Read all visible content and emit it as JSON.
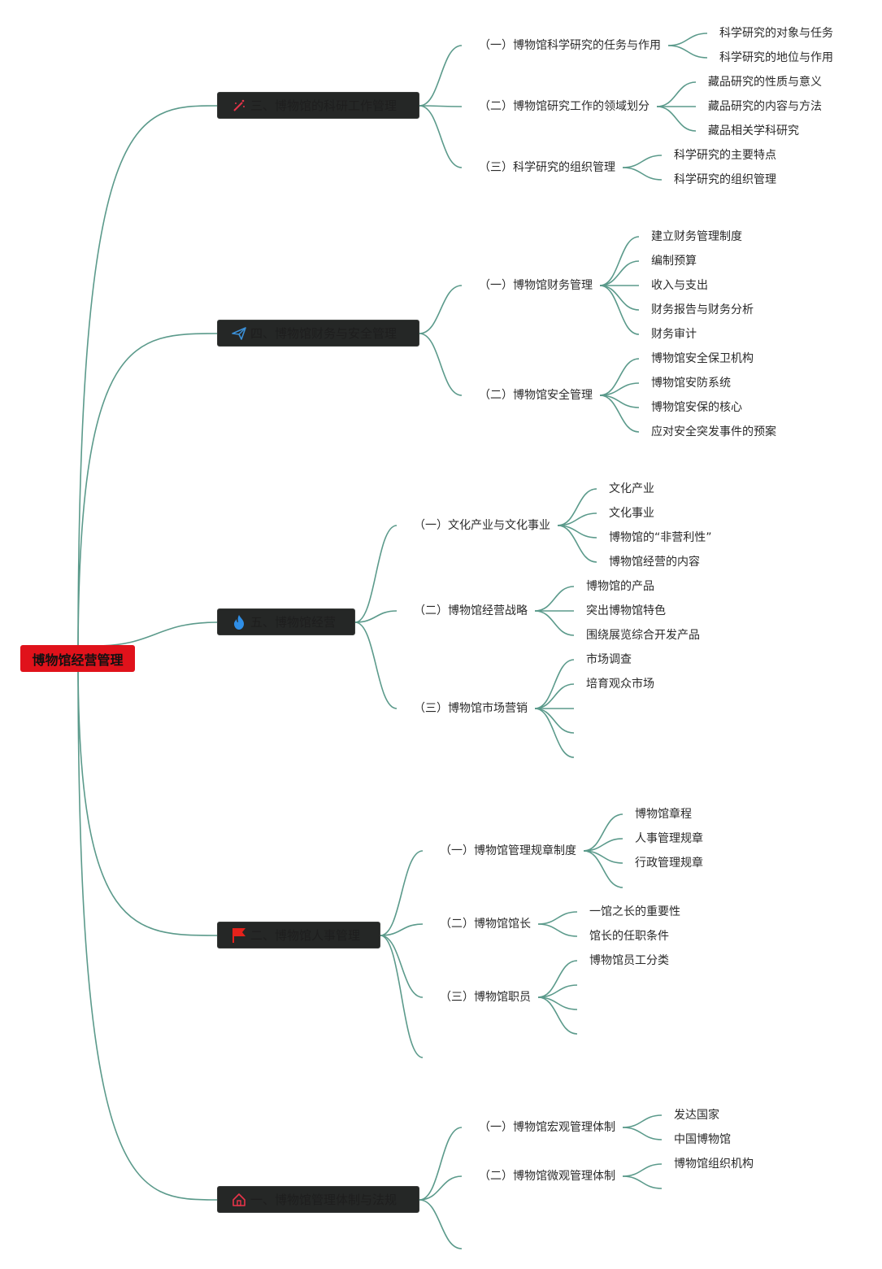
{
  "root": {
    "label": "博物馆经营管理",
    "color": "#e0121b"
  },
  "line_color": "#5b9a8b",
  "branches": [
    {
      "label": "三、博物馆的科研工作管理",
      "icon": "magic-wand-icon",
      "subs": [
        {
          "label": "（一）博物馆科学研究的任务与作用",
          "leaves": [
            "科学研究的对象与任务",
            "科学研究的地位与作用"
          ]
        },
        {
          "label": "（二）博物馆研究工作的领域划分",
          "leaves": [
            "藏品研究的性质与意义",
            "藏品研究的内容与方法",
            "藏品相关学科研究"
          ]
        },
        {
          "label": "（三）科学研究的组织管理",
          "leaves": [
            "科学研究的主要特点",
            "科学研究的组织管理"
          ]
        }
      ]
    },
    {
      "label": "四、博物馆财务与安全管理",
      "icon": "paper-plane-icon",
      "subs": [
        {
          "label": "（一）博物馆财务管理",
          "leaves": [
            "建立财务管理制度",
            "编制预算",
            "收入与支出",
            "财务报告与财务分析",
            "财务审计"
          ]
        },
        {
          "label": "（二）博物馆安全管理",
          "leaves": [
            "博物馆安全保卫机构",
            "博物馆安防系统",
            "博物馆安保的核心",
            "应对安全突发事件的预案"
          ]
        }
      ]
    },
    {
      "label": "五、博物馆经营",
      "icon": "fire-icon",
      "subs": [
        {
          "label": "（一）文化产业与文化事业",
          "leaves": [
            "文化产业",
            "文化事业",
            "博物馆的“非营利性”",
            "博物馆经营的内容"
          ]
        },
        {
          "label": "（二）博物馆经营战略",
          "leaves": [
            "博物馆的产品",
            "突出博物馆特色",
            "围绕展览综合开发产品"
          ]
        },
        {
          "label": "（三）博物馆市场营销",
          "leaves": [
            "市场调查",
            "培育观众市场",
            "",
            "",
            ""
          ]
        }
      ]
    },
    {
      "label": "二、博物馆人事管理",
      "icon": "flag-icon",
      "subs": [
        {
          "label": "（一）博物馆管理规章制度",
          "leaves": [
            "博物馆章程",
            "人事管理规章",
            "行政管理规章",
            ""
          ]
        },
        {
          "label": "（二）博物馆馆长",
          "leaves": [
            "一馆之长的重要性",
            "馆长的任职条件"
          ]
        },
        {
          "label": "（三）博物馆职员",
          "leaves": [
            "博物馆员工分类",
            "",
            "",
            ""
          ]
        },
        {
          "label": "",
          "leaves": []
        }
      ]
    },
    {
      "label": "一、博物馆管理体制与法规",
      "icon": "home-icon",
      "subs": [
        {
          "label": "（一）博物馆宏观管理体制",
          "leaves": [
            "发达国家",
            "中国博物馆"
          ]
        },
        {
          "label": "（二）博物馆微观管理体制",
          "leaves": [
            "博物馆组织机构",
            ""
          ]
        },
        {
          "label": "",
          "leaves": []
        }
      ]
    }
  ]
}
